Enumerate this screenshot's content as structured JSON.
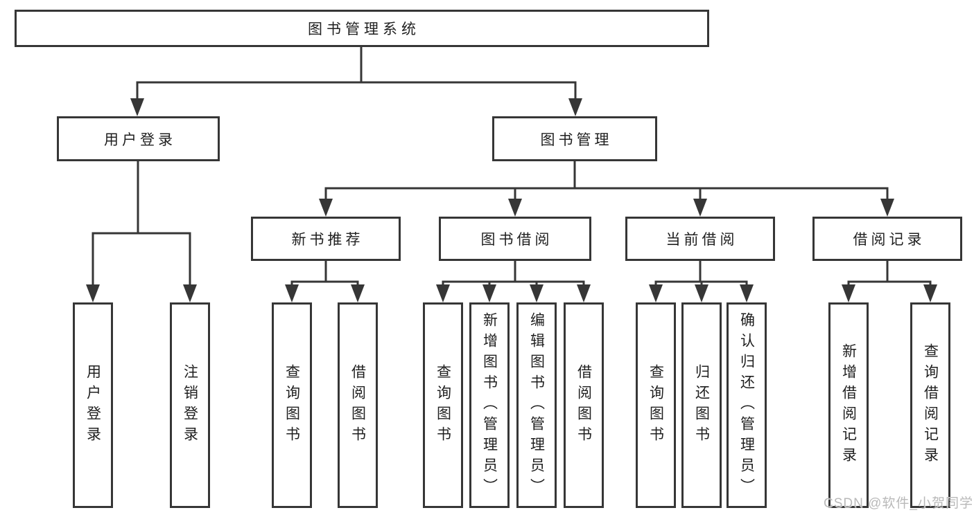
{
  "tree": {
    "root": "图书管理系统",
    "children": [
      {
        "label": "用户登录",
        "leaves": [
          "用户登录",
          "注销登录"
        ]
      },
      {
        "label": "图书管理",
        "children": [
          {
            "label": "新书推荐",
            "leaves": [
              "查询图书",
              "借阅图书"
            ]
          },
          {
            "label": "图书借阅",
            "leaves": [
              "查询图书",
              "新增图书（管理员）",
              "编辑图书（管理员）",
              "借阅图书"
            ]
          },
          {
            "label": "当前借阅",
            "leaves": [
              "查询图书",
              "归还图书",
              "确认归还（管理员）"
            ]
          },
          {
            "label": "借阅记录",
            "leaves": [
              "新增借阅记录",
              "查询借阅记录"
            ]
          }
        ]
      }
    ]
  },
  "watermark": {
    "text": "CSDN @软件_小贺同学"
  },
  "colors": {
    "line": "#363636",
    "box_border": "#363636",
    "text": "#1f1f1f",
    "watermark": "#b9b9b9",
    "background": "#ffffff"
  }
}
